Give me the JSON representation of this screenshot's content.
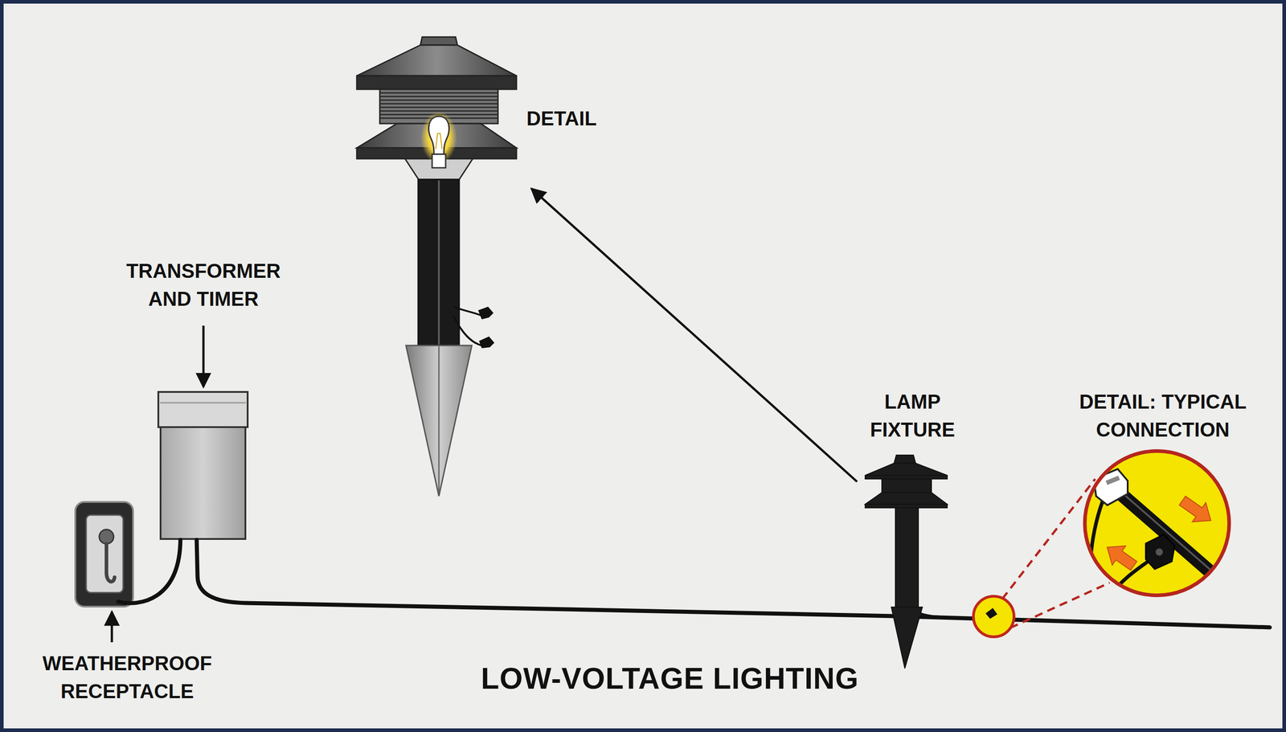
{
  "diagram": {
    "title": "LOW-VOLTAGE LIGHTING",
    "labels": [
      "DETAIL",
      "TRANSFORMER AND TIMER",
      "LAMP FIXTURE",
      "DETAIL: TYPICAL CONNECTION",
      "WEATHERPROOF RECEPTACLE"
    ]
  }
}
